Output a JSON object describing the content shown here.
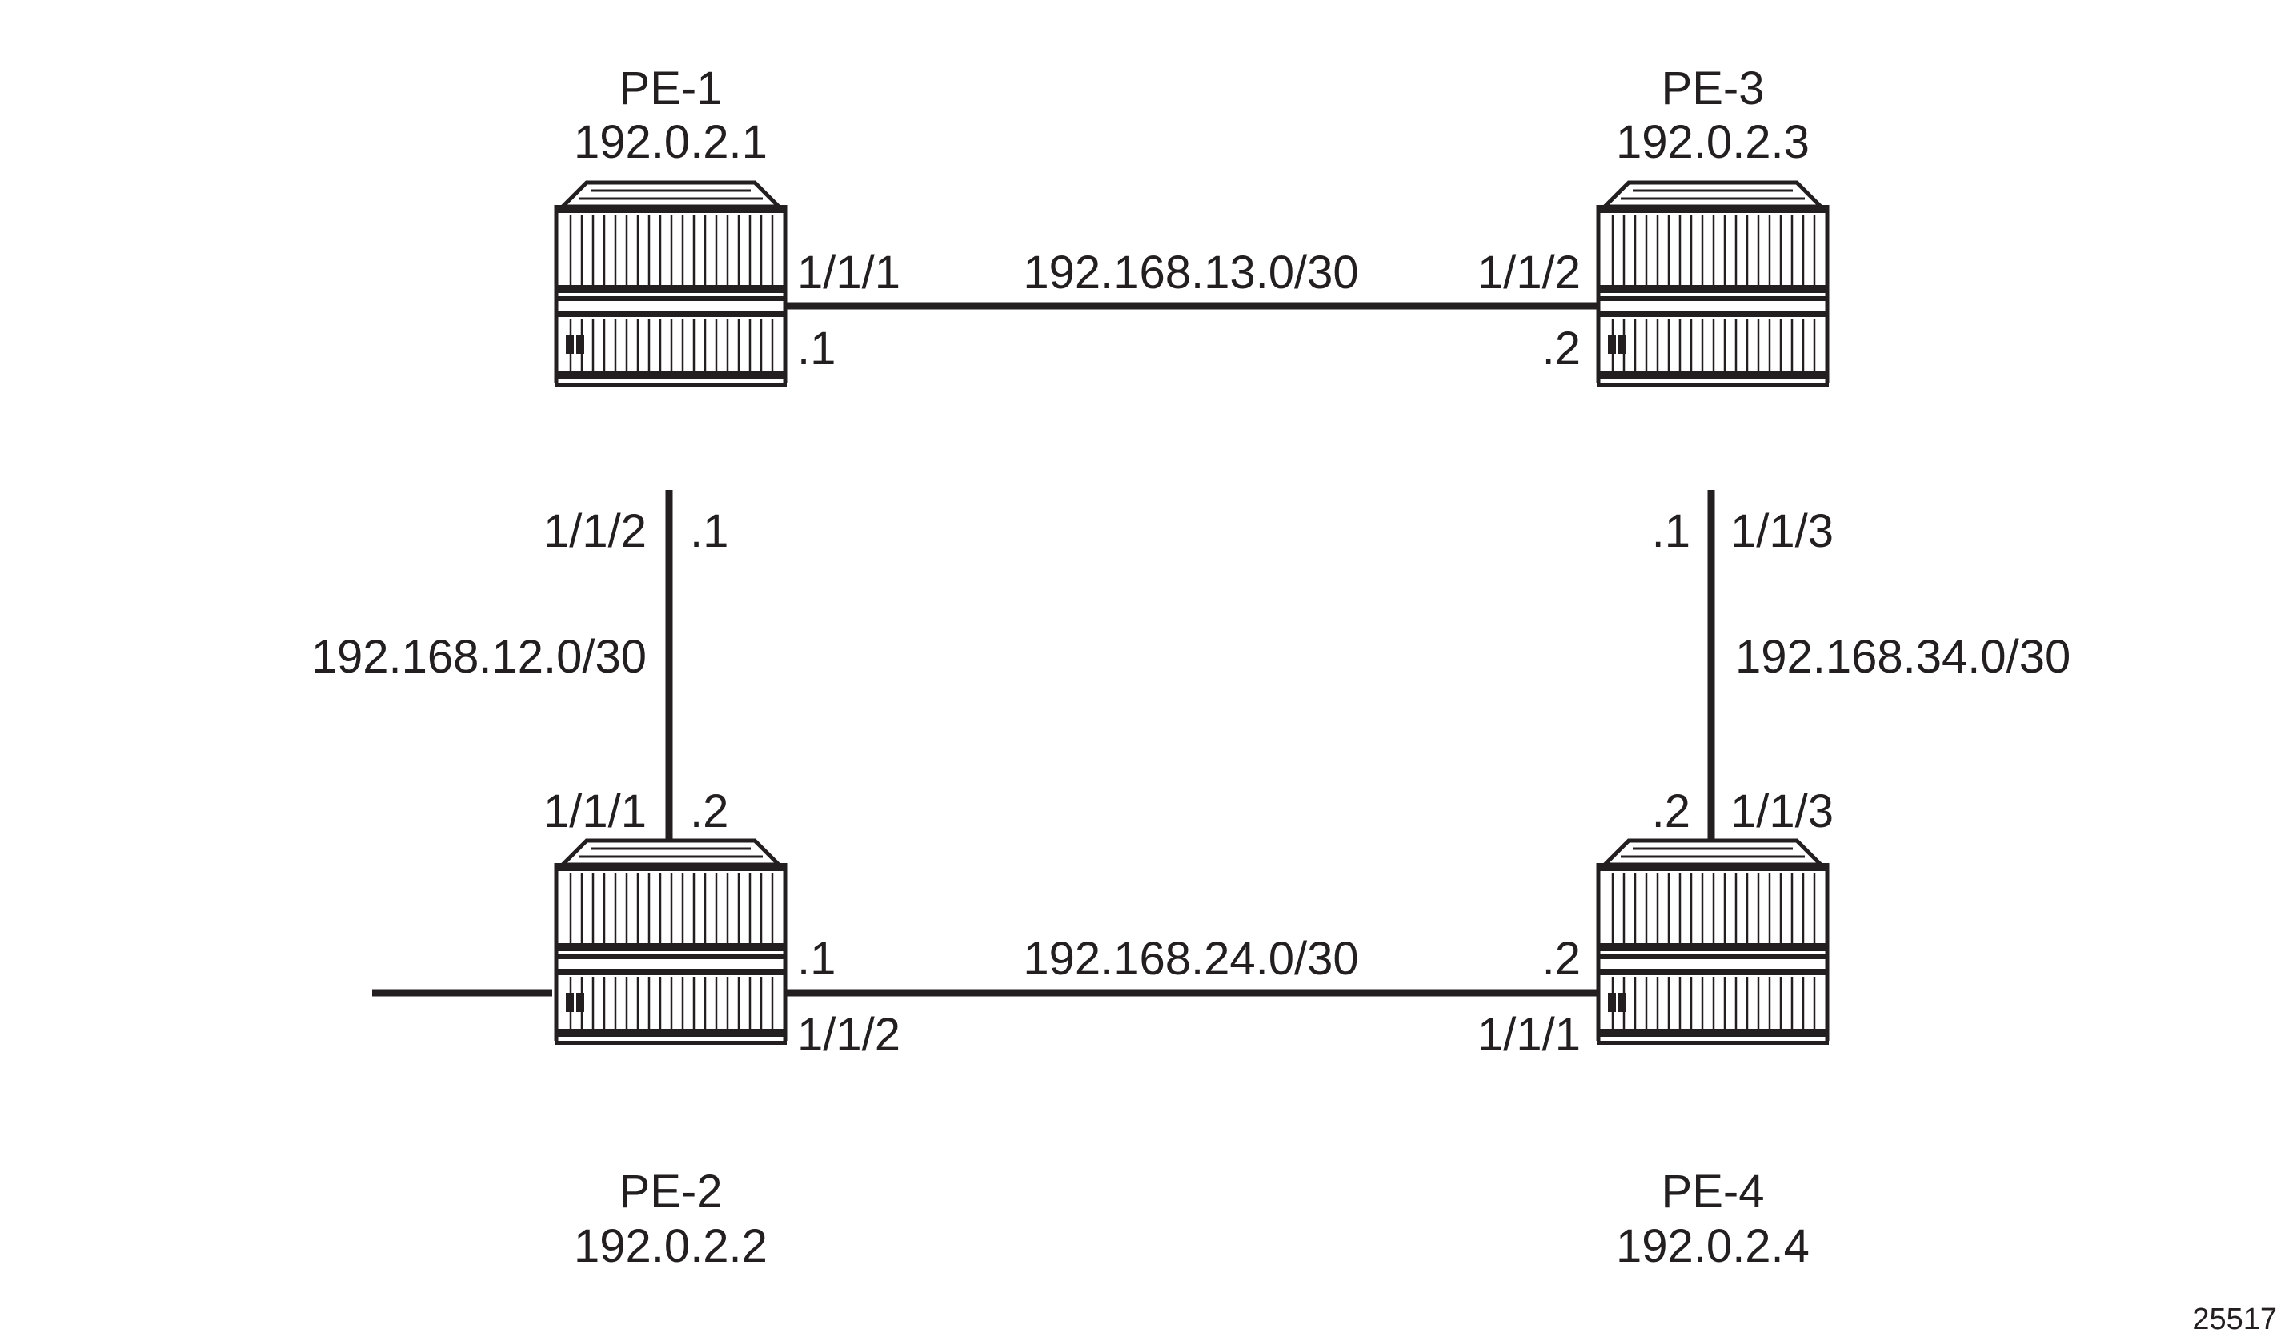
{
  "routers": [
    {
      "name": "PE-1",
      "ip": "192.0.2.1"
    },
    {
      "name": "PE-2",
      "ip": "192.0.2.2"
    },
    {
      "name": "PE-3",
      "ip": "192.0.2.3"
    },
    {
      "name": "PE-4",
      "ip": "192.0.2.4"
    }
  ],
  "links": {
    "pe1_pe3": {
      "subnet": "192.168.13.0/30",
      "a_port": "1/1/1",
      "a_host": ".1",
      "b_port": "1/1/2",
      "b_host": ".2"
    },
    "pe1_pe2": {
      "subnet": "192.168.12.0/30",
      "a_port": "1/1/2",
      "a_host": ".1",
      "b_port": "1/1/1",
      "b_host": ".2"
    },
    "pe3_pe4": {
      "subnet": "192.168.34.0/30",
      "a_port": "1/1/3",
      "a_host": ".1",
      "b_port": "1/1/3",
      "b_host": ".2"
    },
    "pe2_pe4": {
      "subnet": "192.168.24.0/30",
      "a_port": "1/1/2",
      "a_host": ".1",
      "b_port": "1/1/1",
      "b_host": ".2"
    }
  },
  "figure_id": "25517"
}
